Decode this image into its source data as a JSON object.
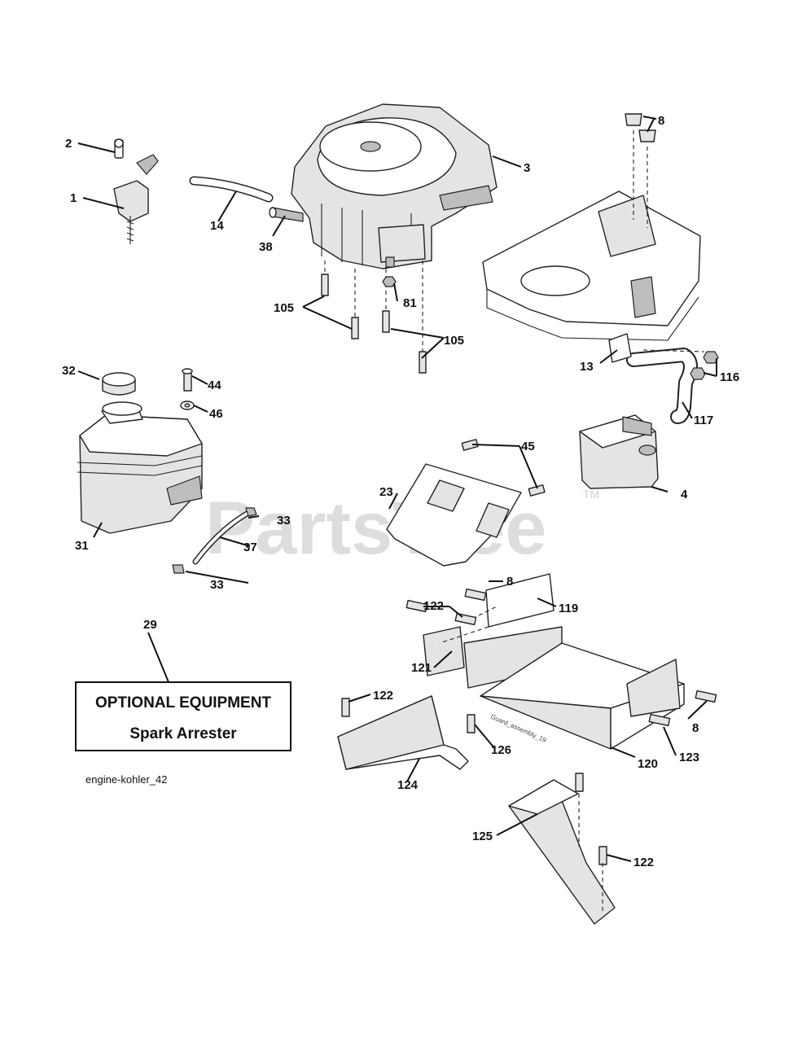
{
  "watermark": {
    "text": "PartsTree",
    "tm": "TM"
  },
  "optional_box": {
    "title": "OPTIONAL EQUIPMENT",
    "subtitle": "Spark Arrester"
  },
  "diagram_ref": "engine-kohler_42",
  "guard_stamp": "Guard_assembly_19",
  "callouts": {
    "c1": "1",
    "c2": "2",
    "c3": "3",
    "c4": "4",
    "c8a": "8",
    "c8b": "8",
    "c8c": "8",
    "c13": "13",
    "c14": "14",
    "c23": "23",
    "c29": "29",
    "c31": "31",
    "c32": "32",
    "c33a": "33",
    "c33b": "33",
    "c37": "37",
    "c38": "38",
    "c44": "44",
    "c45": "45",
    "c46": "46",
    "c81": "81",
    "c105a": "105",
    "c105b": "105",
    "c116": "116",
    "c117": "117",
    "c119": "119",
    "c120": "120",
    "c121": "121",
    "c122a": "122",
    "c122b": "122",
    "c122c": "122",
    "c123": "123",
    "c124": "124",
    "c125": "125",
    "c126": "126"
  }
}
